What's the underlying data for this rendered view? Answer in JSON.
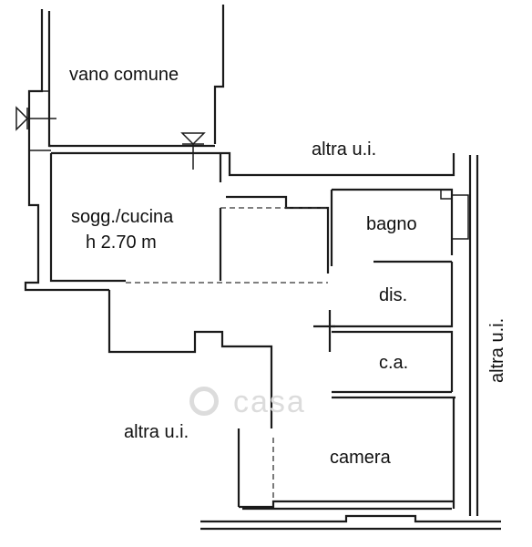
{
  "rooms": {
    "vano_comune": "vano comune",
    "soggiorno_cucina": "sogg./cucina",
    "height": "h 2.70 m",
    "bagno": "bagno",
    "disimpegno": "dis.",
    "cabina_armadio": "c.a.",
    "camera": "camera"
  },
  "neighbors": {
    "top": "altra u.i.",
    "left": "altra u.i.",
    "right": "altra u.i."
  },
  "watermark": "casa",
  "colors": {
    "wall": "#1a1a1a",
    "background": "#ffffff",
    "watermark": "#dcdcdc"
  }
}
